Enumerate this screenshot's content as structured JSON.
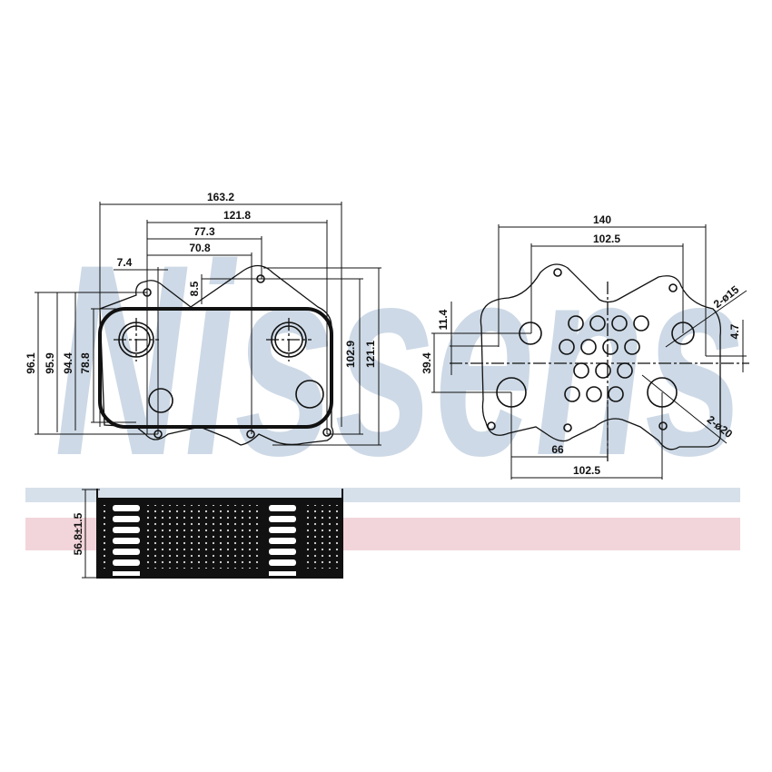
{
  "watermark": {
    "text": "Nissens",
    "color": "#c5d3e2",
    "band_blue": "#d6e0ea",
    "band_red": "#f2d5da"
  },
  "front_view": {
    "horizontal_dims": [
      "163.2",
      "121.8",
      "77.3",
      "70.8",
      "7.4"
    ],
    "vertical_left_dims": [
      "96.1",
      "95.9",
      "94.4",
      "78.8"
    ],
    "vertical_right_dims": [
      "102.9",
      "121.1"
    ],
    "small_dim": "8.5"
  },
  "back_view": {
    "top_dims": [
      "140",
      "102.5"
    ],
    "bottom_dims": [
      "66",
      "102.5"
    ],
    "left_dims": [
      "11.4",
      "39.4"
    ],
    "right_dim": "4.7",
    "callout_small_holes": "2-ø15",
    "callout_large_holes": "2-ø20"
  },
  "side_view": {
    "height_dim": "56.8±1.5"
  }
}
